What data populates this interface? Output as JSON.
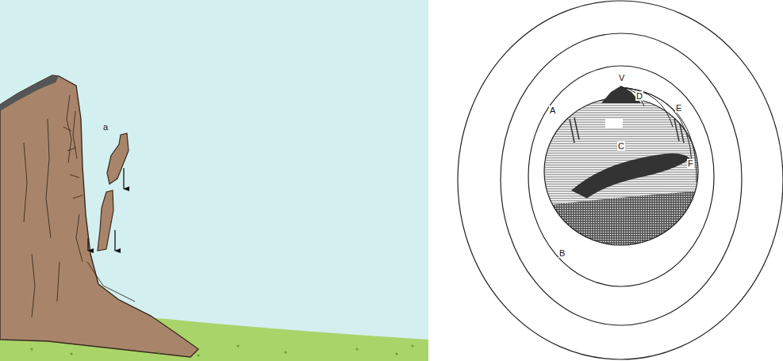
{
  "diagram": {
    "labels": [
      "a",
      "V",
      "A",
      "D",
      "E",
      "C",
      "F",
      "B"
    ]
  }
}
